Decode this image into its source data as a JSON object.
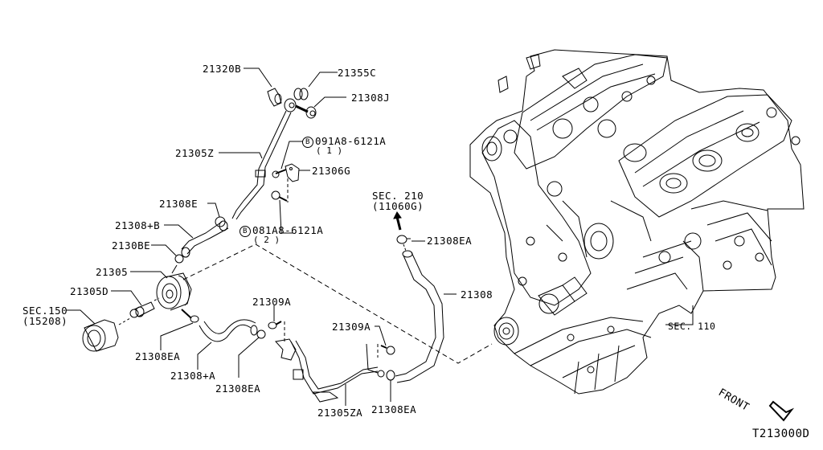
{
  "diagram": {
    "title_code": "T213000D",
    "direction_label": "FRONT",
    "bolt_marker": "B",
    "parts": {
      "p21320B": "21320B",
      "p21355C": "21355C",
      "p21308J": "21308J",
      "p21305Z": "21305Z",
      "bolt1_code": "091A8-6121A",
      "bolt1_qty": "( 1 )",
      "p21306G": "21306G",
      "p21308E_top": "21308E",
      "p21308B": "21308+B",
      "bolt2_code": "081A8-6121A",
      "bolt2_qty": "( 2 )",
      "p21308E_low": "2130BE",
      "p21305": "21305",
      "p21305D": "21305D",
      "sec150": "SEC.150",
      "sec150_ref": "(15208)",
      "p21308EA_left": "21308EA",
      "p21308A": "21308+A",
      "p21308EA_mid": "21308EA",
      "p21309A_left": "21309A",
      "p21309A_right": "21309A",
      "p21305ZA": "21305ZA",
      "p21308EA_bottom": "21308EA",
      "sec210": "SEC. 210",
      "sec210_ref": "(11060G)",
      "p21308EA_top": "21308EA",
      "p21308": "21308",
      "sec110": "SEC. 110"
    }
  }
}
